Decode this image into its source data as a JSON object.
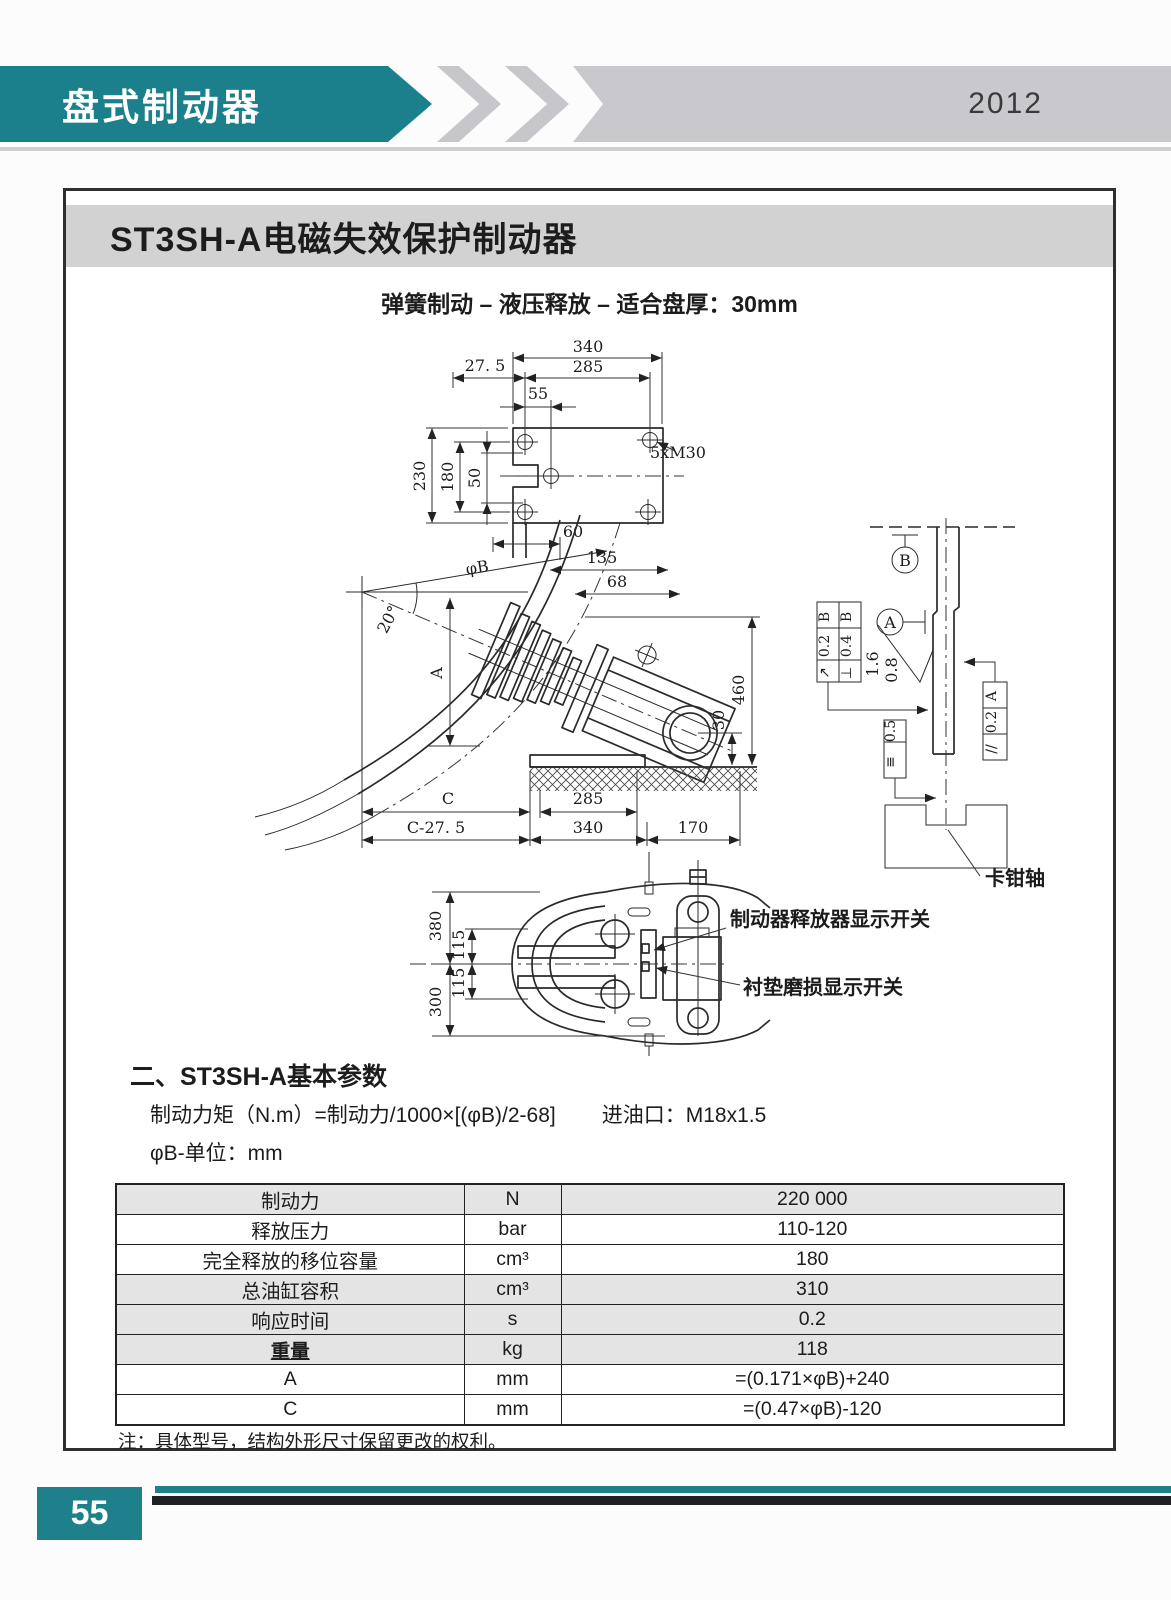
{
  "header": {
    "category": "盘式制动器",
    "year": "2012"
  },
  "product": {
    "title": "ST3SH-A电磁失效保护制动器",
    "subtitle": "弹簧制动 – 液压释放 – 适合盘厚：30mm"
  },
  "drawing": {
    "plan": {
      "d340": "340",
      "d27_5": "27. 5",
      "d285": "285",
      "d55": "55",
      "d230": "230",
      "d180": "180",
      "d50": "50",
      "d60": "60",
      "thread": "5xM30"
    },
    "side": {
      "phi_b": "φB",
      "d135": "135",
      "d68": "68",
      "angle": "20°",
      "a_dim": "A",
      "d460": "460",
      "d30": "30",
      "c_dim": "C",
      "d285": "285",
      "c275": "C-27. 5",
      "d340": "340",
      "d170": "170"
    },
    "detail": {
      "datum_b": "B",
      "datum_a": "A",
      "runout_sym": "↗",
      "runout_val": "0.2",
      "runout_ref": "B",
      "perp_sym": "⊥",
      "perp_val": "0.4",
      "perp_ref": "B",
      "rough_top": "1.6",
      "rough_bot": "0.8",
      "flat_sym": "≡",
      "flat_val": "0.5",
      "par_sym": "//",
      "par_val": "0.2",
      "par_ref": "A",
      "shaft_label": "卡钳轴"
    },
    "front": {
      "d380": "380",
      "d115_upper": "115",
      "d115_lower": "115",
      "d300": "300",
      "release_label": "制动器释放器显示开关",
      "wear_label": "衬垫磨损显示开关"
    }
  },
  "section": {
    "heading": "二、ST3SH-A基本参数",
    "formula": "制动力矩（N.m）=制动力/1000×[(φB)/2-68]",
    "oil_port": "进油口：M18x1.5",
    "unit_note": "φB-单位：mm"
  },
  "table": {
    "rows": [
      {
        "name": "制动力",
        "unit": "N",
        "value": "220 000",
        "shaded": true
      },
      {
        "name": "释放压力",
        "unit": "bar",
        "value": "110-120",
        "shaded": false
      },
      {
        "name": "完全释放的移位容量",
        "unit": "cm³",
        "value": "180",
        "shaded": false
      },
      {
        "name": "总油缸容积",
        "unit": "cm³",
        "value": "310",
        "shaded": true
      },
      {
        "name": "响应时间",
        "unit": "s",
        "value": "0.2",
        "shaded": true
      },
      {
        "name": "重量",
        "unit": "kg",
        "value": "118",
        "shaded": true,
        "underline": true
      },
      {
        "name": "A",
        "unit": "mm",
        "value": "=(0.171×φB)+240",
        "shaded": false
      },
      {
        "name": "C",
        "unit": "mm",
        "value": "=(0.47×φB)-120",
        "shaded": false
      }
    ]
  },
  "note": "注：具体型号，结构外形尺寸保留更改的权利。",
  "footer": {
    "page": "55"
  },
  "colors": {
    "teal": "#1b808b",
    "banner_gray": "#c9c9cd",
    "titlebar_gray": "#d2d2d2",
    "row_gray": "#e4e4e4"
  }
}
